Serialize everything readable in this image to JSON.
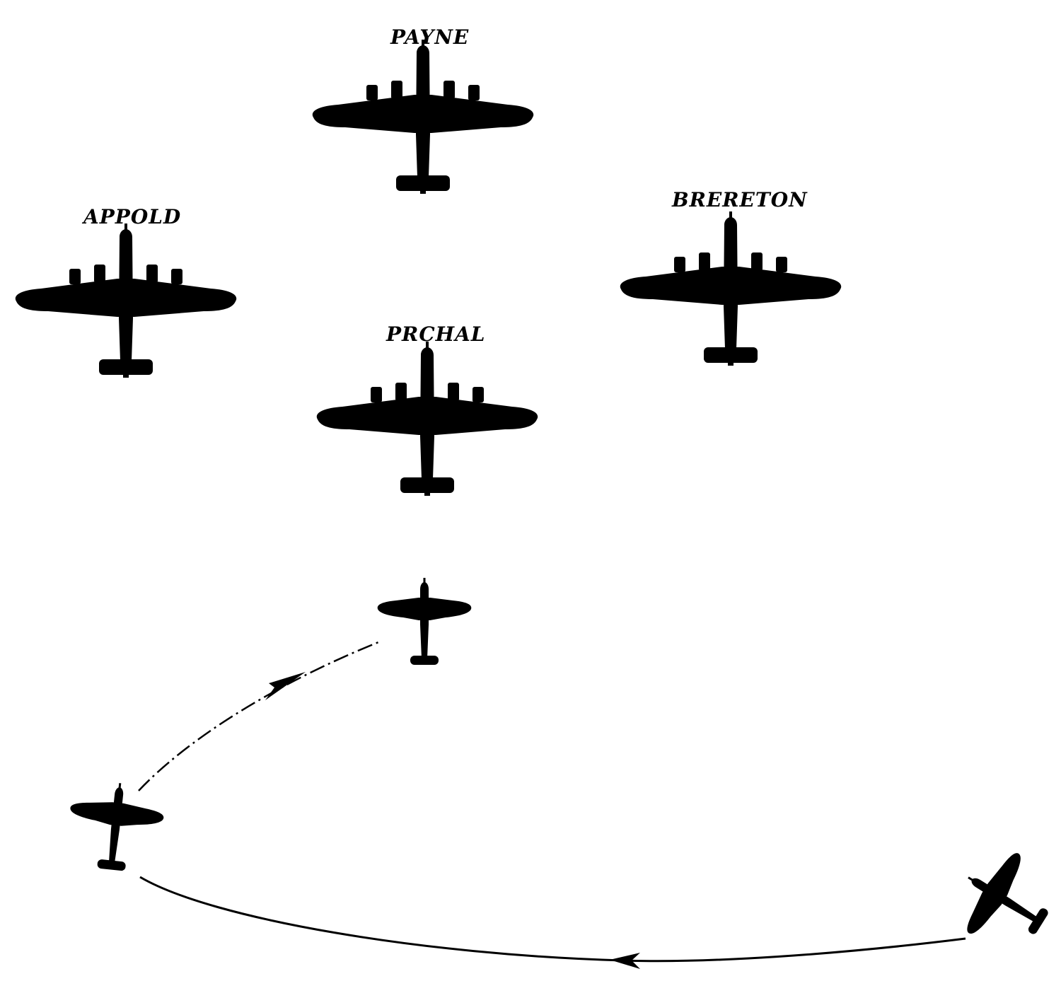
{
  "labels": {
    "payne": "PAYNE",
    "appold": "APPOLD",
    "brereton": "BRERETON",
    "prchal": "PRCHAL"
  },
  "colors": {
    "ink": "#000000",
    "background": "#ffffff"
  },
  "icons": {
    "bomber": "four-engine-bomber-silhouette-icon",
    "fighter": "single-engine-fighter-silhouette-icon",
    "arrow": "arrowhead-icon"
  }
}
